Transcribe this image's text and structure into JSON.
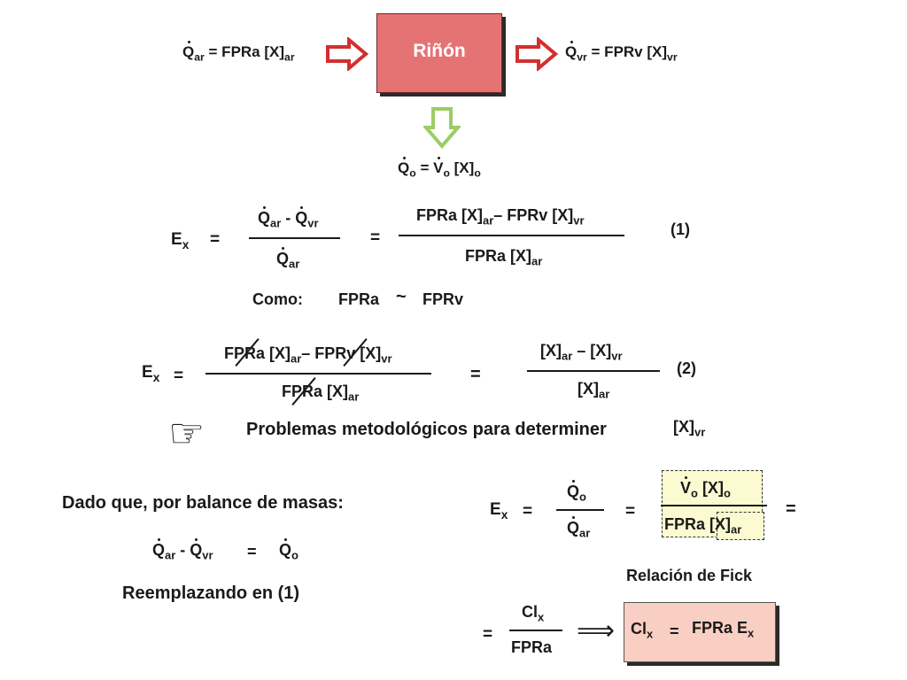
{
  "header": {
    "q_ar_label": "Q",
    "q_ar_sub": "ar",
    "q_ar_rest": " = FPRa [X]",
    "q_ar_rest_sub": "ar",
    "kidney_label": "Riñón",
    "q_vr_label": "Q",
    "q_vr_sub": "vr",
    "q_vr_rest": " = FPRv [X]",
    "q_vr_rest_sub": "vr",
    "q_o_label": "Q",
    "q_o_sub": "o",
    "q_o_eq": " = ",
    "v_o_label": "V",
    "v_o_sub": "o",
    "x_o": " [X]",
    "x_o_sub": "o"
  },
  "eq1": {
    "ex": "E",
    "ex_sub": "x",
    "eq": "=",
    "num_q": "Q",
    "num_q_sub": "ar",
    "num_minus": " - ",
    "num_q2": "Q",
    "num_q2_sub": "vr",
    "den_q": "Q",
    "den_q_sub": "ar",
    "eq2": "=",
    "num_long_a": "FPRa [X]",
    "num_long_a_sub": "ar",
    "num_long_minus": "– ",
    "num_long_b": "FPRv [X]",
    "num_long_b_sub": "vr",
    "den_long": "FPRa [X]",
    "den_long_sub": "ar",
    "tag": "(1)"
  },
  "como": {
    "label": "Como:",
    "left": "FPRa",
    "approx": "~",
    "right": "FPRv"
  },
  "eq2": {
    "ex": "E",
    "ex_sub": "x",
    "eq": "=",
    "num_a": "FPRa [X]",
    "num_a_sub": "ar",
    "num_minus": "– ",
    "num_b": "FPRv [X]",
    "num_b_sub": "vr",
    "den_a": "FPRa ",
    "den_b": "[X]",
    "den_b_sub": "ar",
    "eq2": "=",
    "r_num_a": "[X]",
    "r_num_a_sub": "ar",
    "r_minus": " – ",
    "r_num_b": "[X]",
    "r_num_b_sub": "vr",
    "r_den": "[X]",
    "r_den_sub": "ar",
    "tag": "(2)"
  },
  "problem": {
    "hand_icon": "☞",
    "text": "Problemas metodológicos para determiner",
    "x": "[X]",
    "x_sub": "vr"
  },
  "balance": {
    "text": "Dado que, por balance de masas:",
    "l_q": "Q",
    "l_q_sub": "ar",
    "minus": " - ",
    "l_q2": "Q",
    "l_q2_sub": "vr",
    "eq": "=",
    "r_q": "Q",
    "r_q_sub": "o",
    "replace": "Reemplazando en (1)"
  },
  "fick": {
    "ex": "E",
    "ex_sub": "x",
    "eq": "=",
    "num_q": "Q",
    "num_q_sub": "o",
    "den_q": "Q",
    "den_q_sub": "ar",
    "eq2": "=",
    "v_num": "V",
    "v_num_sub": "o",
    "v_x": " [X]",
    "v_x_sub": "o",
    "den_a": "FPRa ",
    "den_b": "[X]",
    "den_b_sub": "ar",
    "eq3": "=",
    "label": "Relación de Fick"
  },
  "clearance": {
    "eq": "=",
    "num": "Cl",
    "num_sub": "x",
    "den": "FPRa",
    "implies": "⟹",
    "res_cl": "Cl",
    "res_cl_sub": "x",
    "res_eq": "=",
    "res_fpra": "FPRa E",
    "res_fpra_sub": "x"
  },
  "colors": {
    "kidney": "#e57373",
    "arrow_red": "#d32f2f",
    "arrow_green": "#9ccc65",
    "box_pink": "#f8cfc2",
    "hatch": "#fbfad0"
  }
}
